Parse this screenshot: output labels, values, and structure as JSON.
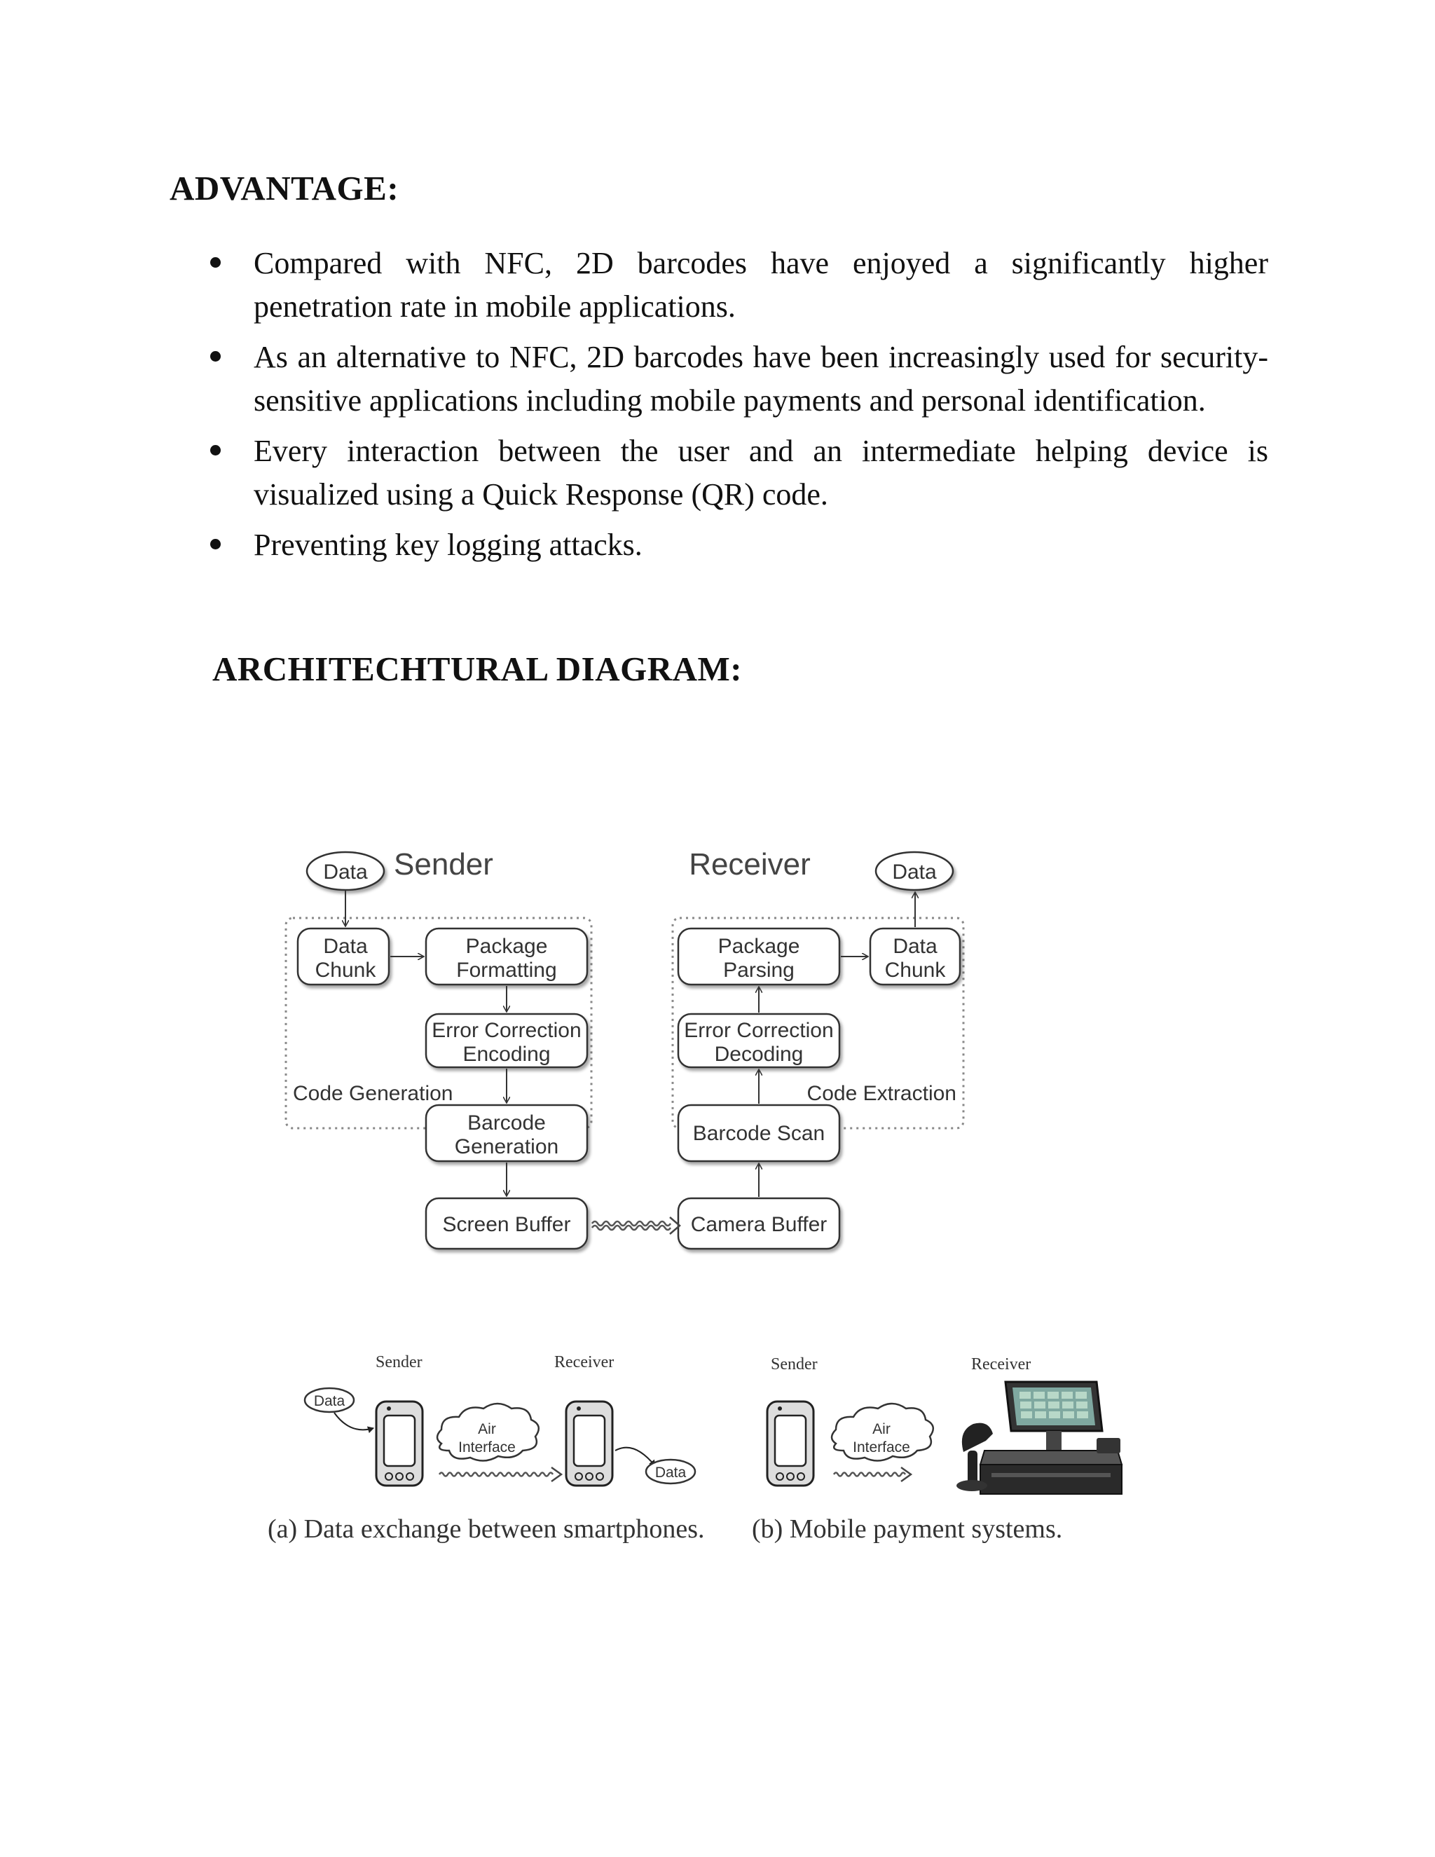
{
  "advantage": {
    "heading": "ADVANTAGE:",
    "bullets": [
      "Compared with NFC, 2D barcodes have enjoyed a significantly higher penetration rate in mobile applications.",
      "As an alternative to NFC, 2D barcodes have been increasingly used for security-sensitive applications including mobile payments and personal identification.",
      "Every interaction between the user and an intermediate helping device is visualized using a Quick Response (QR) code.",
      "Preventing key logging attacks."
    ]
  },
  "architecture": {
    "heading": "ARCHITECHTURAL  DIAGRAM:",
    "sender_title": "Sender",
    "receiver_title": "Receiver",
    "sender_data": "Data",
    "receiver_data": "Data",
    "sender_chunk": [
      "Data",
      "Chunk"
    ],
    "package_formatting": [
      "Package",
      "Formatting"
    ],
    "ecc_encoding": [
      "Error Correction",
      "Encoding"
    ],
    "code_generation": "Code Generation",
    "barcode_generation": [
      "Barcode",
      "Generation"
    ],
    "screen_buffer": "Screen Buffer",
    "package_parsing": [
      "Package",
      "Parsing"
    ],
    "receiver_chunk": [
      "Data",
      "Chunk"
    ],
    "ecc_decoding": [
      "Error Correction",
      "Decoding"
    ],
    "code_extraction": "Code Extraction",
    "barcode_scan": "Barcode Scan",
    "camera_buffer": "Camera Buffer"
  },
  "scenarios": {
    "a": {
      "sender": "Sender",
      "receiver": "Receiver",
      "data_in": "Data",
      "data_out": "Data",
      "air_interface": [
        "Air",
        "Interface"
      ],
      "caption": "(a) Data exchange between smartphones."
    },
    "b": {
      "sender": "Sender",
      "receiver": "Receiver",
      "air_interface": [
        "Air",
        "Interface"
      ],
      "caption": "(b) Mobile payment systems."
    }
  }
}
